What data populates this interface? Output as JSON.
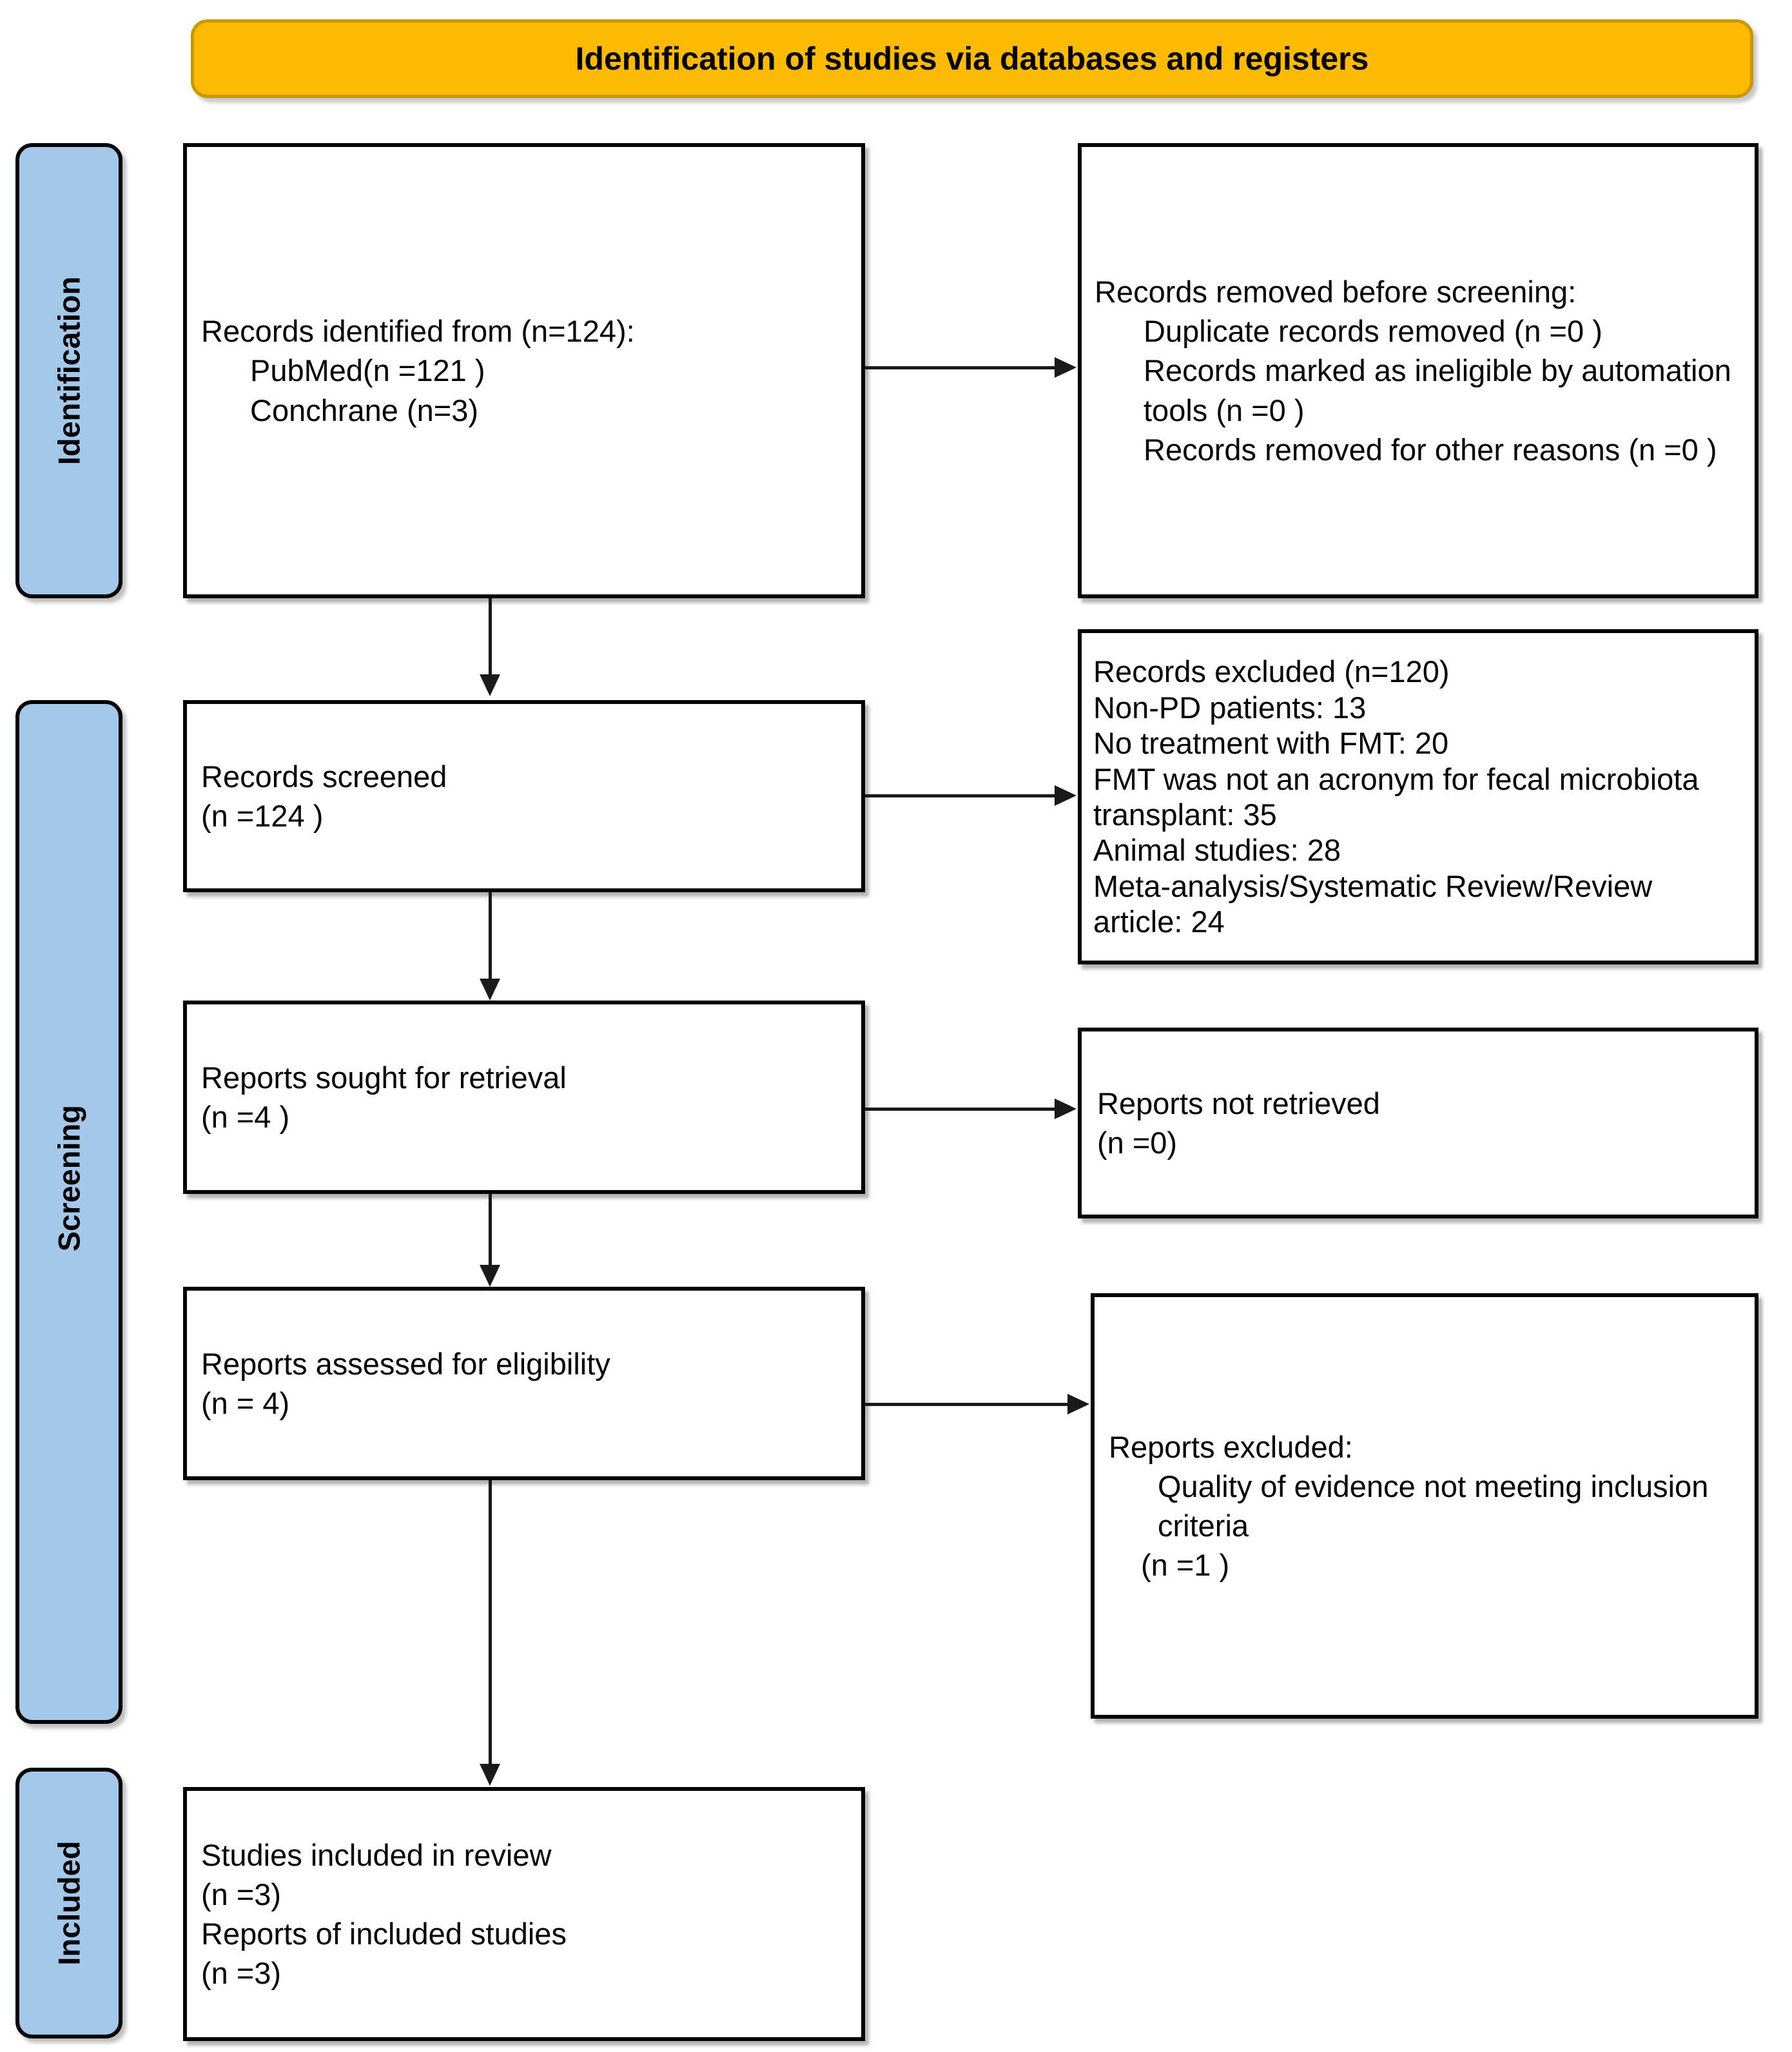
{
  "banner": {
    "title": "Identification of studies via databases and registers"
  },
  "phases": [
    {
      "id": "identification",
      "label": "Identification"
    },
    {
      "id": "screening",
      "label": "Screening"
    },
    {
      "id": "included",
      "label": "Included"
    }
  ],
  "boxes": {
    "records_identified": {
      "lines": [
        "Records identified from (n=124):",
        "PubMed(n =121 )",
        "Conchrane (n=3)"
      ]
    },
    "records_removed": {
      "lines": [
        "Records removed ",
        "before screening",
        ":",
        "Duplicate records removed  (n =0 )",
        "Records marked as ineligible by automation tools (n =0 )",
        "Records removed for other reasons (n =0 )"
      ],
      "head_plain": "Records removed ",
      "head_italic": "before screening",
      "head_colon": ":",
      "items": [
        "Duplicate records removed  (n =0 )",
        "Records marked as ineligible by automation tools (n =0 )",
        "Records removed for other reasons (n =0 )"
      ]
    },
    "records_screened": {
      "lines": [
        "Records screened",
        "(n =124 )"
      ]
    },
    "records_excluded": {
      "lines": [
        "Records excluded (n=120)",
        "Non-PD patients: 13",
        "No treatment with FMT: 20",
        "FMT was not an acronym for fecal microbiota transplant: 35",
        "Animal studies: 28",
        "Meta-analysis/Systematic Review/Review article: 24"
      ]
    },
    "reports_sought": {
      "lines": [
        "Reports sought for retrieval",
        "(n =4 )"
      ]
    },
    "reports_not_retrieved": {
      "lines": [
        "Reports not retrieved",
        "(n =0)"
      ]
    },
    "reports_assessed": {
      "lines": [
        "Reports assessed for eligibility",
        "(n = 4)"
      ]
    },
    "reports_excluded": {
      "head": "Reports excluded:",
      "items": [
        "Quality of evidence not meeting inclusion criteria",
        "(n =1 )"
      ]
    },
    "studies_included": {
      "lines": [
        "Studies included in review",
        "(n =3)",
        "Reports of included studies",
        "(n =3)"
      ]
    }
  },
  "colors": {
    "banner_fill": "#FCBA00",
    "banner_border": "#C99700",
    "phase_fill": "#A4C8EA",
    "box_border": "#000000",
    "connector": "#1a1a1a"
  }
}
